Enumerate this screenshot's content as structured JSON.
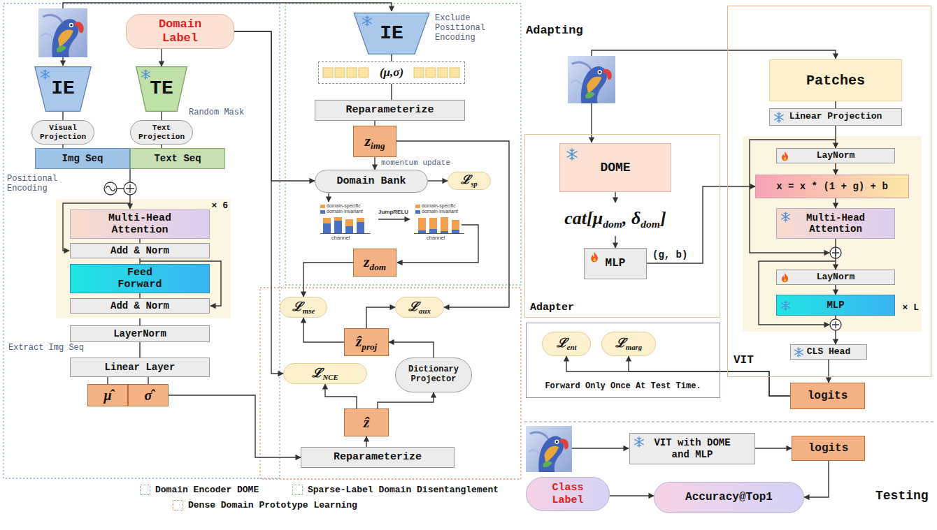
{
  "diagram": {
    "nodes": [
      {
        "text": [
          "Domain Label"
        ]
      },
      {
        "text": [
          "IE"
        ]
      },
      {
        "text": [
          "TE"
        ]
      },
      {
        "text": [
          "Visual Projection"
        ]
      },
      {
        "text": [
          "Text Projection"
        ]
      },
      {
        "text": [
          "Img Seq"
        ]
      },
      {
        "text": [
          "Text Seq"
        ]
      },
      {
        "text": [
          "× 6"
        ]
      },
      {
        "text": [
          "Multi-Head Attention"
        ],
        "in": 7
      },
      {
        "text": [
          "Add & Norm"
        ],
        "in": 7
      },
      {
        "text": [
          "Feed Forward"
        ],
        "in": 7
      },
      {
        "text": [
          "Add & Norm"
        ],
        "in": 7
      },
      {
        "text": [
          "LayerNorm"
        ]
      },
      {
        "text": [
          "Linear Layer"
        ]
      },
      {
        "text": [
          "μ̂"
        ]
      },
      {
        "text": [
          "σ̂"
        ]
      },
      {
        "text": [
          "IE"
        ]
      },
      {
        "text": [
          "(μ,σ)"
        ]
      },
      {
        "text": [
          "Reparameterize"
        ]
      },
      {
        "text": [
          "z",
          "img"
        ]
      },
      {
        "text": [
          "Domain Bank"
        ]
      },
      {
        "text": [
          "ℒ",
          "sp"
        ]
      },
      {
        "text": [
          "z",
          "dom"
        ]
      },
      {
        "text": [
          "ℒ",
          "mse"
        ]
      },
      {
        "text": [
          "ℒ",
          "aux"
        ]
      },
      {
        "text": [
          "ẑ",
          "proj"
        ]
      },
      {
        "text": [
          "ℒ",
          "NCE"
        ]
      },
      {
        "text": [
          "Dictionary Projector"
        ]
      },
      {
        "text": [
          "ẑ"
        ]
      },
      {
        "text": [
          "Reparameterize"
        ]
      },
      {
        "text": [
          "Adapter"
        ]
      },
      {
        "text": [
          "DOME"
        ],
        "in": 30
      },
      {
        "text": [
          "cat[μ",
          "dom",
          ", δ",
          "dom",
          "]"
        ],
        "in": 30
      },
      {
        "text": [
          "MLP"
        ],
        "in": 30
      },
      {
        "text": [
          "Forward Only Once At Test Time."
        ]
      },
      {
        "text": [
          "ℒ",
          "ent"
        ],
        "in": 34
      },
      {
        "text": [
          "ℒ",
          "marg"
        ],
        "in": 34
      },
      {
        "text": [
          "VIT"
        ]
      },
      {
        "text": [
          "Patches"
        ],
        "in": 37
      },
      {
        "text": [
          "Linear Projection"
        ],
        "in": 37
      },
      {
        "text": [
          "× L"
        ],
        "in": 37
      },
      {
        "text": [
          "LayNorm"
        ],
        "in": 40
      },
      {
        "text": [
          "x = x * (1 + g) + b"
        ],
        "in": 40
      },
      {
        "text": [
          "Multi-Head Attention"
        ],
        "in": 40
      },
      {
        "text": [
          "LayNorm"
        ],
        "in": 40
      },
      {
        "text": [
          "MLP"
        ],
        "in": 40
      },
      {
        "text": [
          "CLS Head"
        ],
        "in": 37
      },
      {
        "text": [
          "logits"
        ]
      },
      {
        "text": [
          "VIT with DOME and MLP"
        ]
      },
      {
        "text": [
          "logits"
        ]
      },
      {
        "text": [
          "Class Label"
        ]
      },
      {
        "text": [
          "Accuracy@Top1"
        ]
      }
    ],
    "edges": [
      {
        "from": 0,
        "to": 2,
        "arrow": "to"
      },
      {
        "from": 1,
        "to": 3,
        "arrow": "none"
      },
      {
        "from": 2,
        "to": 4,
        "label": "Random Mask",
        "arrow": "none"
      },
      {
        "from": 3,
        "to": 5,
        "arrow": "none"
      },
      {
        "from": 4,
        "to": 6,
        "arrow": "none"
      },
      {
        "from": 8,
        "to": 9,
        "arrow": "none"
      },
      {
        "from": 9,
        "to": 10,
        "arrow": "none"
      },
      {
        "from": 10,
        "to": 11,
        "arrow": "none"
      },
      {
        "from": 7,
        "to": 12,
        "arrow": "none"
      },
      {
        "from": 12,
        "to": 13,
        "label": "Extract Img Seq",
        "arrow": "none"
      },
      {
        "from": 13,
        "to": 14,
        "arrow": "none"
      },
      {
        "from": 13,
        "to": 15,
        "arrow": "none"
      },
      {
        "from": 15,
        "to": 29,
        "arrow": "to"
      },
      {
        "from": 0,
        "to": 20,
        "arrow": "to"
      },
      {
        "from": 0,
        "to": 26,
        "arrow": "to"
      },
      {
        "from": 16,
        "to": 17,
        "arrow": "none"
      },
      {
        "from": 17,
        "to": 18,
        "arrow": "none"
      },
      {
        "from": 18,
        "to": 19,
        "arrow": "none"
      },
      {
        "from": 19,
        "to": 20,
        "label": "momentum update",
        "arrow": "to"
      },
      {
        "from": 20,
        "to": 21,
        "arrow": "to"
      },
      {
        "from": 19,
        "to": 24,
        "arrow": "to"
      },
      {
        "from": 22,
        "to": 23,
        "arrow": "to"
      },
      {
        "from": 25,
        "to": 23,
        "arrow": "to"
      },
      {
        "from": 25,
        "to": 24,
        "arrow": "to"
      },
      {
        "from": 27,
        "to": 25,
        "arrow": "to"
      },
      {
        "from": 28,
        "to": 26,
        "arrow": "to"
      },
      {
        "from": 28,
        "to": 27,
        "arrow": "to"
      },
      {
        "from": 29,
        "to": 28,
        "arrow": "to"
      },
      {
        "from": 31,
        "to": 32,
        "arrow": "to"
      },
      {
        "from": 32,
        "to": 33,
        "arrow": "to"
      },
      {
        "from": 33,
        "to": 42,
        "label": "(g, b)",
        "arrow": "to"
      },
      {
        "from": 38,
        "to": 39,
        "arrow": "none"
      },
      {
        "from": 39,
        "to": 41,
        "arrow": "to"
      },
      {
        "from": 41,
        "to": 42,
        "arrow": "to"
      },
      {
        "from": 42,
        "to": 43,
        "arrow": "to"
      },
      {
        "from": 43,
        "to": 44,
        "arrow": "to"
      },
      {
        "from": 44,
        "to": 45,
        "arrow": "to"
      },
      {
        "from": 40,
        "to": 46,
        "arrow": "to"
      },
      {
        "from": 46,
        "to": 47,
        "arrow": "to"
      },
      {
        "from": 47,
        "to": 35,
        "arrow": "to"
      },
      {
        "from": 47,
        "to": 36,
        "arrow": "to"
      },
      {
        "from": 48,
        "to": 49,
        "arrow": "to"
      },
      {
        "from": 49,
        "to": 51,
        "arrow": "to"
      },
      {
        "from": 50,
        "to": 51,
        "arrow": "to"
      }
    ],
    "labels": [
      "Positional Encoding",
      "Exclude Positional Encoding",
      "channel",
      "JumpRELU",
      "channel",
      "Adapting",
      "Testing"
    ],
    "legend": [
      {
        "text": "domain-specific",
        "color": "#f0a04b"
      },
      {
        "text": "domain-invariant",
        "color": "#4a72c4"
      },
      {
        "text": "domain-specific",
        "color": "#f0a04b"
      },
      {
        "text": "domain-invariant",
        "color": "#4a72c4"
      },
      {
        "text": "Domain Encoder DOME",
        "color": "#6c9bd2"
      },
      {
        "text": "Sparse-Label Domain Disentanglement",
        "color": "#7fbf7f"
      },
      {
        "text": "Dense Domain Prototype Learning",
        "color": "#e0925e"
      }
    ]
  }
}
